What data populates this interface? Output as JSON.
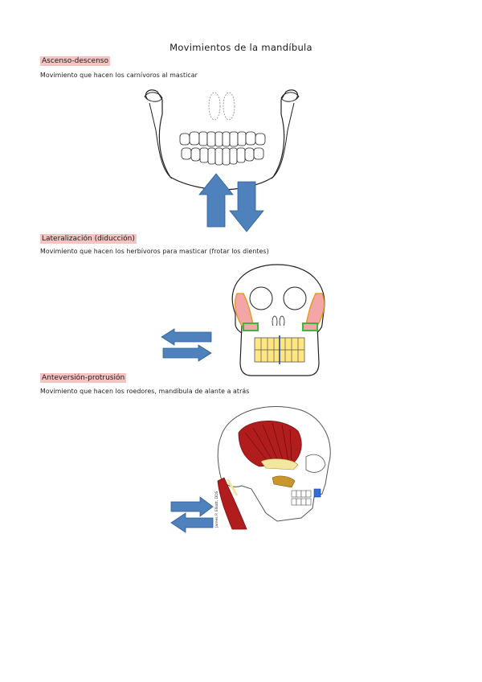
{
  "document": {
    "title": "Movimientos de la mandíbula",
    "highlight_color": "#f6c3c3",
    "sections": [
      {
        "heading": "Ascenso-descenso",
        "description": "Movimiento que hacen los carnívoros al masticar",
        "figure": "frontal-jaw-with-vertical-arrows"
      },
      {
        "heading": "Lateralización (diducción)",
        "description": "Movimiento que hacen los herbívoros para masticar (frotar los dientes)",
        "figure": "skull-front-with-horizontal-arrows"
      },
      {
        "heading": "Anteversión-protrusión",
        "description": "Movimiento que hacen los roedores, mandíbula de alante a atrás",
        "figure": "skull-lateral-with-horizontal-arrows"
      }
    ],
    "arrow_color": "#4f81bd",
    "image_credit": "James P. Elliott, DDS"
  }
}
